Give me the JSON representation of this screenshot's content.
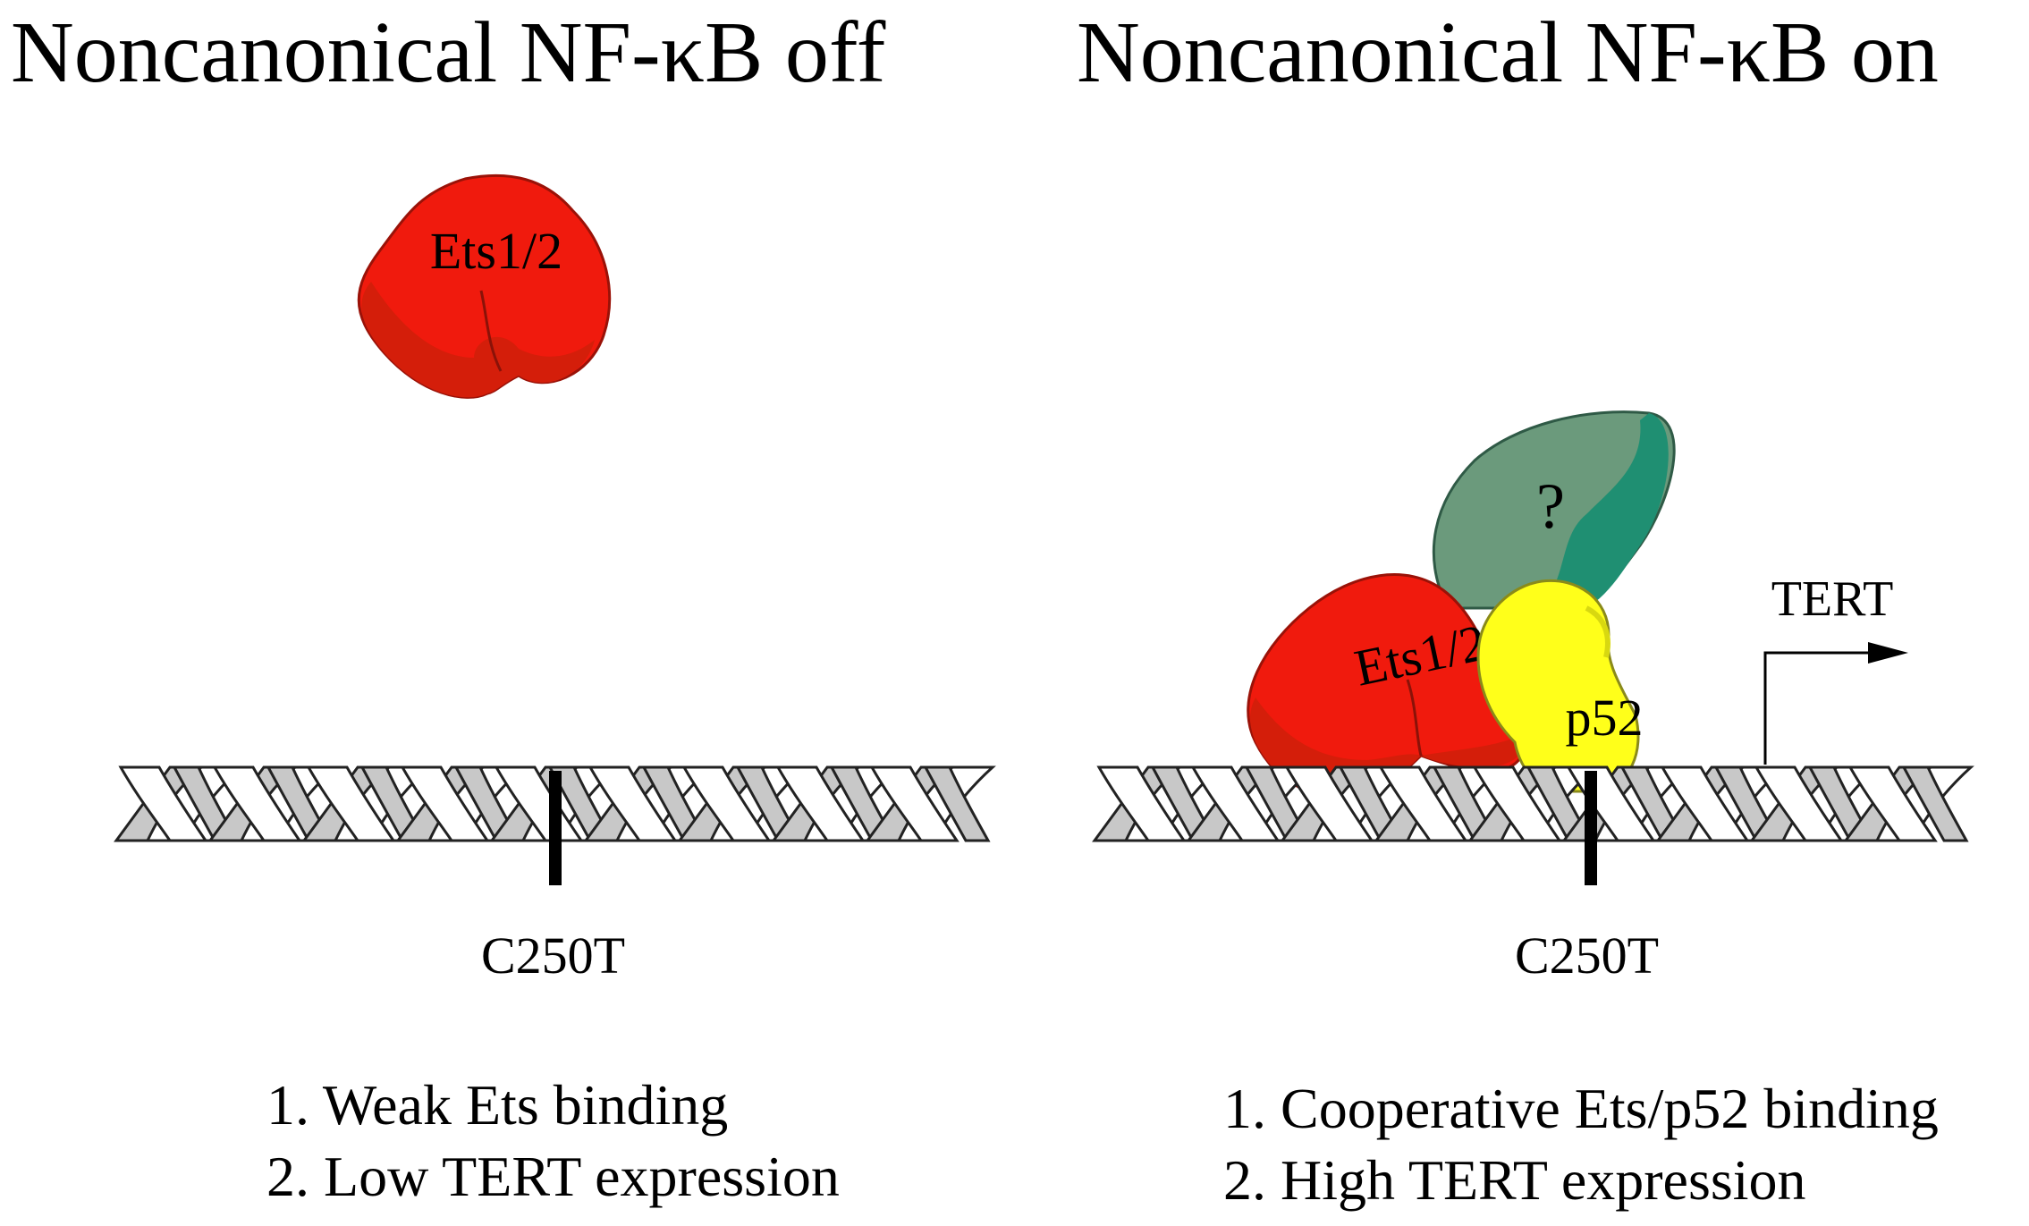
{
  "panels": [
    {
      "title": "Noncanonical NF-κB off",
      "proteins": {
        "ets": "Ets1/2"
      },
      "site_label": "C250T",
      "notes": [
        "1. Weak Ets binding",
        "2. Low TERT expression"
      ]
    },
    {
      "title": "Noncanonical NF-κB on",
      "proteins": {
        "unknown": "?",
        "ets": "Ets1/2",
        "p52": "p52"
      },
      "gene_label": "TERT",
      "site_label": "C250T",
      "notes": [
        "1. Cooperative Ets/p52 binding",
        "2. High TERT expression"
      ]
    }
  ],
  "colors": {
    "ets_fill": "#f01a0d",
    "ets_shade": "#d41e0a",
    "ets_stroke": "#9a1208",
    "unknown_fill": "#6b9a7c",
    "unknown_shade": "#1f8f72",
    "unknown_stroke": "#2f5a46",
    "p52_fill": "#ffff1a",
    "p52_stroke": "#8a8a1a",
    "dna_back": "#c8c8c8",
    "dna_front": "#ffffff"
  }
}
